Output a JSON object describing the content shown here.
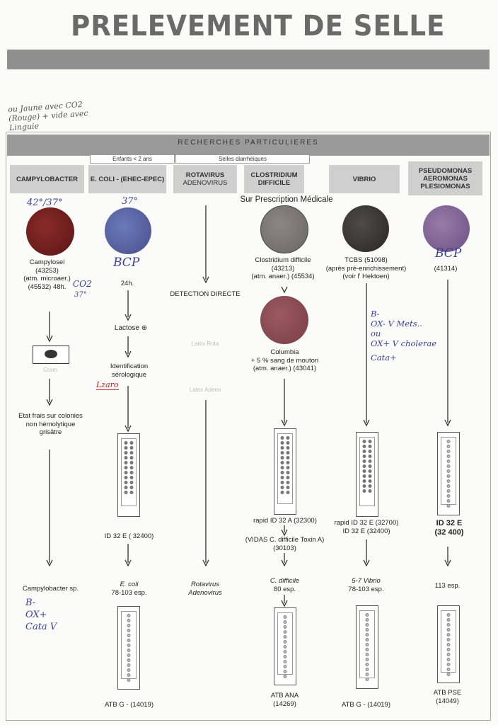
{
  "title": "PRELEVEMENT DE SELLE",
  "handnote_top": "ou Jaune avec CO2 (Rouge) + vide avec Linguie",
  "header": "RECHERCHES PARTICULIERES",
  "subtabs": {
    "children": "Enfants < 2 ans",
    "diarrhea": "Selles diarrhéiques"
  },
  "prescription": "Sur Prescription Médicale",
  "columns": [
    {
      "name": "CAMPYLOBACTER"
    },
    {
      "name": "E. COLI - (EHEC-EPEC)"
    },
    {
      "name1": "ROTAVIRUS",
      "name2": "ADENOVIRUS"
    },
    {
      "name1": "CLOSTRIDIUM",
      "name2": "DIFFICILE"
    },
    {
      "name": "VIBRIO"
    },
    {
      "name1": "PSEUDOMONAS",
      "name2": "AEROMONAS",
      "name3": "PLESIOMONAS"
    }
  ],
  "campy": {
    "hand_temp": "42°/37°",
    "media1": "Campylosel",
    "media2": "(43253)",
    "media3": "(atm. microaer.)",
    "media4": "(45532) 48h.",
    "hand_co2": "CO2",
    "hand_37": "37°",
    "gram": "Gram",
    "fresh1": "Etat frais sur colonies",
    "fresh2": "non hémolytique",
    "fresh3": "grisâtre",
    "result": "Campylobacter sp.",
    "hand_r1": "B-",
    "hand_r2": "OX+",
    "hand_r3": "Cata V"
  },
  "ecoli": {
    "hand_temp": "37°",
    "hand_bcp": "BCP",
    "time": "24h.",
    "lactose": "Lactose ⊕",
    "ident1": "Identification",
    "ident2": "sérologique",
    "hand_note": "Lzaro",
    "id": "ID 32 E ( 32400)",
    "result1": "E. coli",
    "result2": "78-103 esp.",
    "atb": "ATB G - (14019)"
  },
  "rota": {
    "detect": "DETECTION DIRECTE",
    "faint1": "Latex Rota",
    "faint2": "Latex Adeno",
    "result1": "Rotavirus",
    "result2": "Adenovirus"
  },
  "clostri": {
    "media1": "Clostridium difficile",
    "media2": "(43213)",
    "media3": "(atm. anaer.) (45534)",
    "col1": "Columbia",
    "col2": "+ 5 % sang de mouton",
    "col3": "(atm. anaer.) (43041)",
    "id": "rapid ID 32 A (32300)",
    "vidas1": "(VIDAS C. difficile Toxin A)",
    "vidas2": "(30103)",
    "result1": "C. difficile",
    "result2": "80 esp.",
    "atb1": "ATB ANA",
    "atb2": "(14269)"
  },
  "vibrio": {
    "media1": "TCBS (51098)",
    "media2": "(après pré-enrichissement)",
    "media3": "(voir l' Hektoen)",
    "hand1": "B-",
    "hand2": "OX- V Mets..",
    "hand3": "ou",
    "hand4": "OX+ V cholerae",
    "hand5": "Cata+",
    "id1": "rapid ID 32 E (32700)",
    "id2": "ID 32 E (32400)",
    "result1": "5-7 Vibrio",
    "result2": "78-103 esp.",
    "atb": "ATB G - (14019)"
  },
  "pseudo": {
    "hand_bcp": "BCP",
    "code": "(41314)",
    "id1": "ID 32 E",
    "id2": "(32 400)",
    "result": "113 esp.",
    "atb1": "ATB PSE",
    "atb2": "(14049)"
  }
}
